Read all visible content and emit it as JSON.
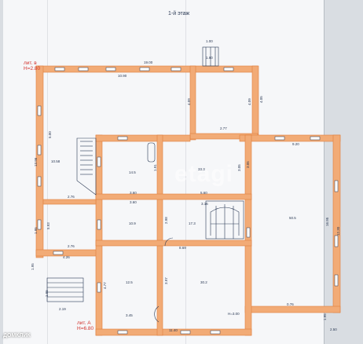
{
  "plan": {
    "title": "1-й этаж",
    "watermark": "etagi",
    "lit_b": "лит. в",
    "lit_b_height": "H=2.80",
    "lit_a": "лит. А",
    "lit_a_height": "H=6.80",
    "logo": "ДОМКЛИК",
    "dims": [
      "1.00",
      "1.60",
      "19.00",
      "10.90",
      "4.09",
      "4.09",
      "4.05",
      "2.77",
      "9.20",
      "1.91",
      "3.05",
      "3.60",
      "3.60",
      "5.60",
      "3.05",
      "3.16",
      "2.76",
      "2.76",
      "2.98",
      "4.26",
      "16.95",
      "12.30",
      "1.95",
      "4.77",
      "3.97",
      "3.45",
      "0.76",
      "1.95",
      "2.19",
      "1.95",
      "11.40",
      "2.50",
      "H=3.00",
      "8.69",
      "10.58",
      "5.00",
      "13.96",
      "1.95",
      "5.93"
    ],
    "rooms": [
      "14.5",
      "33.3",
      "10.9",
      "17.3",
      "50.5",
      "12.5",
      "30.2"
    ]
  },
  "colors": {
    "wall": "#f2ab76",
    "wall_edge": "#e07f3e",
    "ink": "#2b3a55",
    "accent": "#d2322d"
  }
}
